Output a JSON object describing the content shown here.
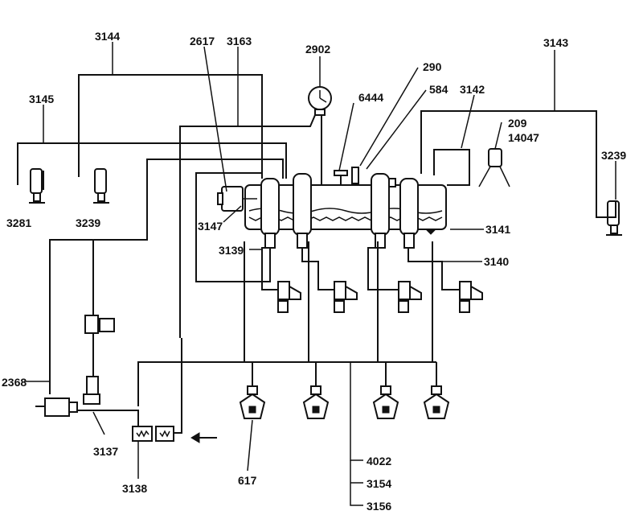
{
  "diagram": {
    "labels": {
      "l3144": "3144",
      "l2617": "2617",
      "l3163": "3163",
      "l2902": "2902",
      "l290": "290",
      "l584": "584",
      "l6444": "6444",
      "l3142": "3142",
      "l3143": "3143",
      "l3145": "3145",
      "l209": "209",
      "l14047": "14047",
      "l3239a": "3239",
      "l3239b": "3239",
      "l3281": "3281",
      "l3147": "3147",
      "l3141": "3141",
      "l3139": "3139",
      "l3140": "3140",
      "l2368": "2368",
      "l3137": "3137",
      "l3138": "3138",
      "l617": "617",
      "l4022": "4022",
      "l3154": "3154",
      "l3156": "3156"
    }
  }
}
